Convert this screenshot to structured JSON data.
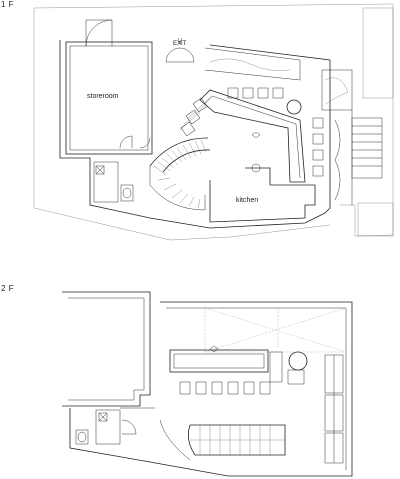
{
  "floors": [
    {
      "label": "1 F",
      "rooms": {
        "storeroom": "storeroom",
        "kitchen": "kitchen",
        "exit": "EXIT"
      }
    },
    {
      "label": "2 F"
    }
  ]
}
